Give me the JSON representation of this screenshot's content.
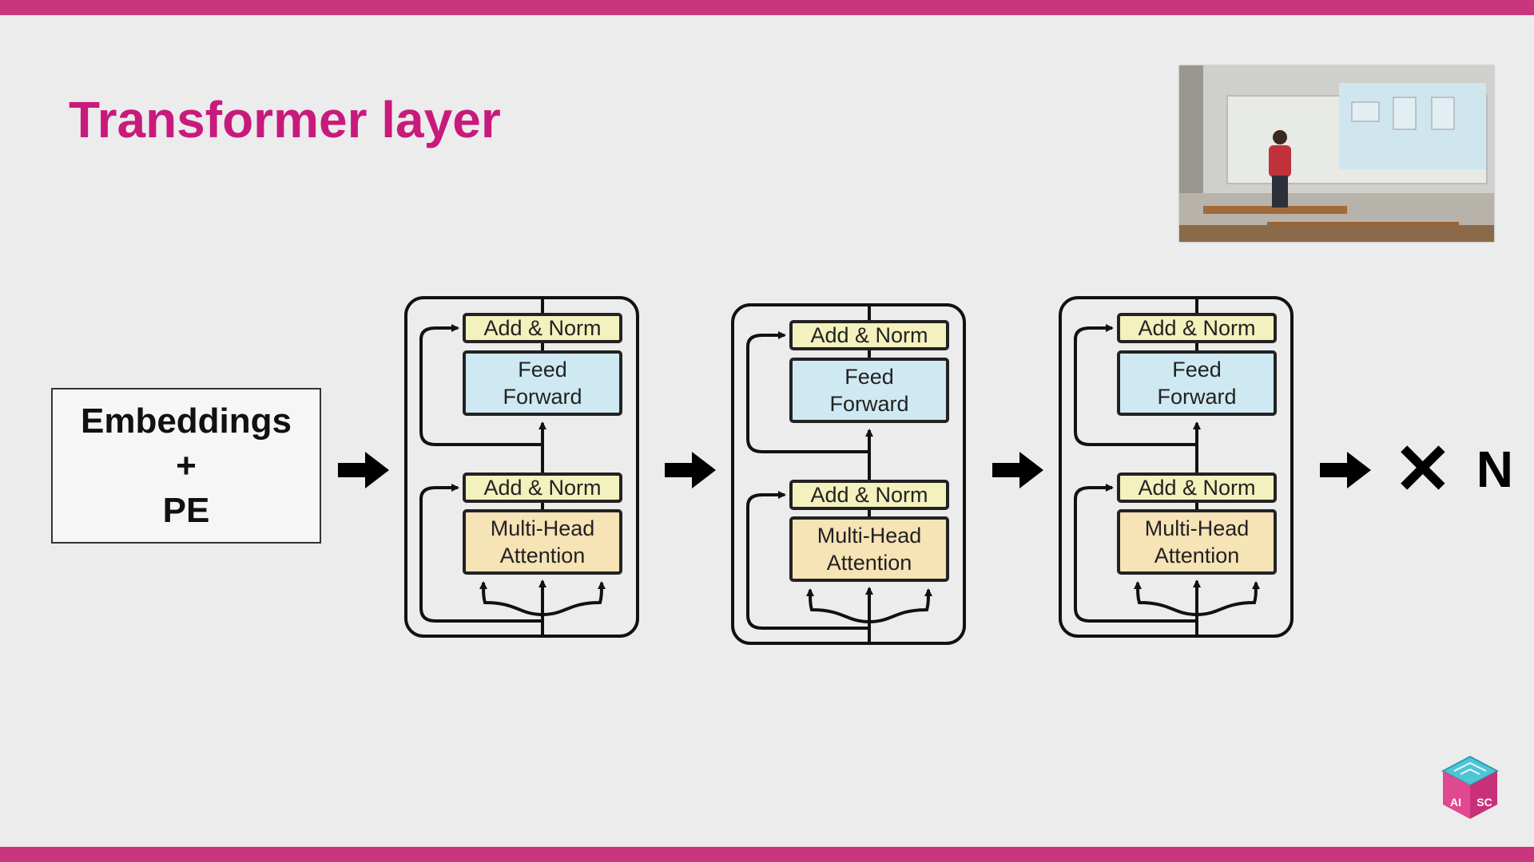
{
  "slide": {
    "title": "Transformer layer",
    "colors": {
      "accent": "#c9367f",
      "title": "#c81a7c",
      "background": "#ececec"
    }
  },
  "embeddings": {
    "line1": "Embeddings",
    "line2": "+",
    "line3": "PE"
  },
  "layers": [
    {
      "add_norm_top": "Add & Norm",
      "ff_line1": "Feed",
      "ff_line2": "Forward",
      "add_norm_mid": "Add & Norm",
      "mha_line1": "Multi-Head",
      "mha_line2": "Attention"
    },
    {
      "add_norm_top": "Add & Norm",
      "ff_line1": "Feed",
      "ff_line2": "Forward",
      "add_norm_mid": "Add & Norm",
      "mha_line1": "Multi-Head",
      "mha_line2": "Attention"
    },
    {
      "add_norm_top": "Add & Norm",
      "ff_line1": "Feed",
      "ff_line2": "Forward",
      "add_norm_mid": "Add & Norm",
      "mha_line1": "Multi-Head",
      "mha_line2": "Attention"
    }
  ],
  "repeat": {
    "symbol": "✕",
    "count": "N"
  },
  "logo": {
    "text_left": "AI",
    "text_right": "SC"
  },
  "icons": {
    "arrow": "right-arrow-icon",
    "camera": "speaker-camera-feed"
  }
}
